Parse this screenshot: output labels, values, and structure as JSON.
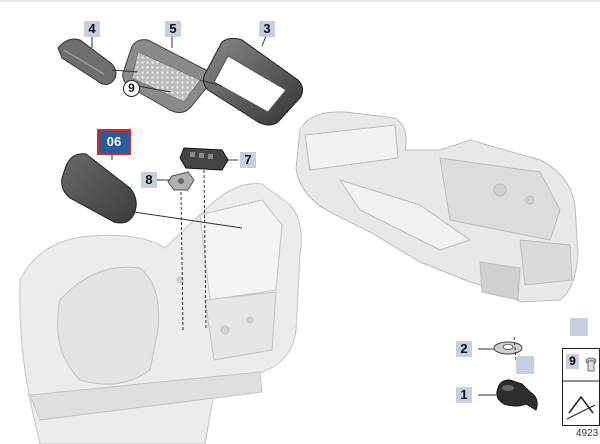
{
  "diagram": {
    "callout": {
      "label": "06",
      "border_color": "#d8262e",
      "fill_color": "#2a5a9c"
    },
    "part_labels": [
      {
        "key": "4",
        "text": "4"
      },
      {
        "key": "5",
        "text": "5"
      },
      {
        "key": "3",
        "text": "3"
      },
      {
        "key": "9",
        "text": "9"
      },
      {
        "key": "8",
        "text": "8"
      },
      {
        "key": "7",
        "text": "7"
      },
      {
        "key": "2",
        "text": "2"
      },
      {
        "key": "1",
        "text": "1"
      }
    ],
    "legend": {
      "number": "9"
    },
    "diagram_id": "4923"
  },
  "colors": {
    "label_fill": "#c6cfde",
    "part_fill": "#e2e2e2",
    "part_stroke": "#b4b4b4",
    "dark_part": "#3a3a3a"
  },
  "icons": [
    "gasket-icon",
    "grille-icon",
    "frame-icon",
    "cover-icon",
    "clip-icon",
    "connector-icon",
    "nut-icon",
    "washer-icon",
    "hvac-unit-icon",
    "body-panel-icon"
  ]
}
